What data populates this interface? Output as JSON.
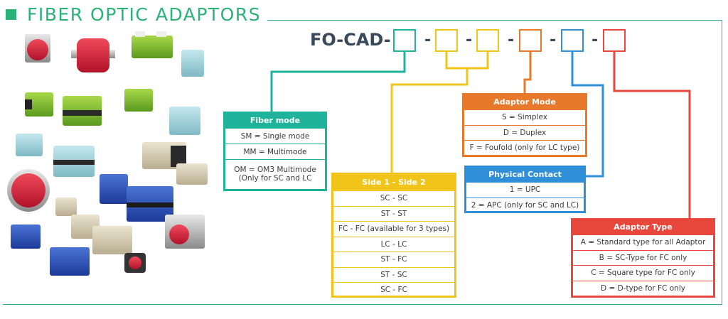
{
  "header": {
    "title": "FIBER OPTIC ADAPTORS"
  },
  "code": {
    "prefix": "FO-CAD-",
    "separator": "-"
  },
  "colors": {
    "header": "#2bb27a",
    "fiber_mode": "#1eb39a",
    "side": "#f0c419",
    "adaptor_mode": "#e8792a",
    "physical_contact": "#2f8fd8",
    "adaptor_type": "#e8473c"
  },
  "tables": {
    "fiber_mode": {
      "title": "Fiber mode",
      "rows": [
        "SM = Single mode",
        "MM = Multimode",
        "OM = OM3 Multimode\n(Only for SC and LC"
      ]
    },
    "side": {
      "title": "Side 1 - Side 2",
      "rows": [
        "SC - SC",
        "ST - ST",
        "FC - FC (available for 3 types)",
        "LC - LC",
        "ST - FC",
        "ST - SC",
        "SC - FC"
      ]
    },
    "adaptor_mode": {
      "title": "Adaptor Mode",
      "rows": [
        "S = Simplex",
        "D = Duplex",
        "F = Foufold (only for LC type)"
      ]
    },
    "physical_contact": {
      "title": "Physical Contact",
      "rows": [
        "1 = UPC",
        "2 = APC (only for SC and LC)"
      ]
    },
    "adaptor_type": {
      "title": "Adaptor Type",
      "rows": [
        "A = Standard type for all Adaptor",
        "B = SC-Type for FC only",
        "C = Square type for FC only",
        "D = D-type for FC only"
      ]
    }
  }
}
